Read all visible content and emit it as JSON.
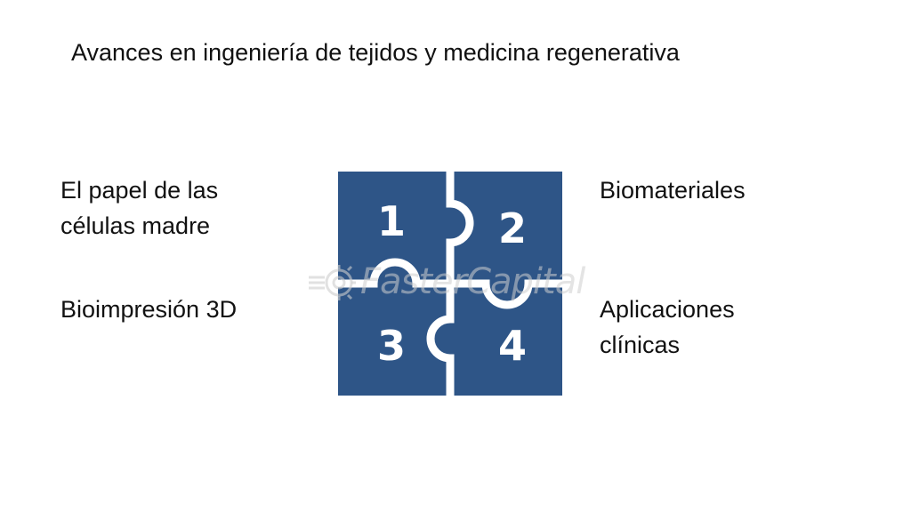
{
  "title": "Avances en ingeniería de tejidos y medicina regenerativa",
  "labels": {
    "top_left": "El papel de las\ncélulas madre",
    "top_right": "Biomateriales",
    "bottom_left": "Bioimpresión 3D",
    "bottom_right": "Aplicaciones\nclínicas"
  },
  "puzzle": {
    "pieces": [
      "1",
      "2",
      "3",
      "4"
    ],
    "color": "#2e5587"
  },
  "watermark": "FasterCapital"
}
